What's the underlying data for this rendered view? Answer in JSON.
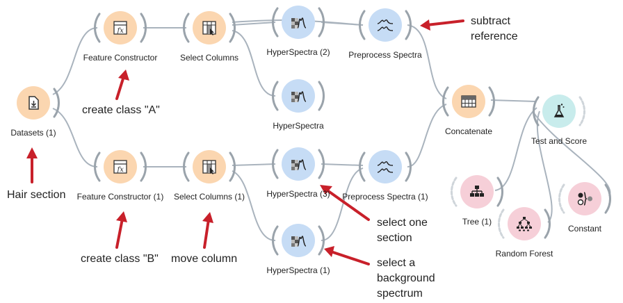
{
  "nodes": {
    "datasets": "Datasets (1)",
    "feature_constructor": "Feature Constructor",
    "feature_constructor_1": "Feature Constructor (1)",
    "select_columns": "Select Columns",
    "select_columns_1": "Select Columns (1)",
    "hyperspectra_2": "HyperSpectra (2)",
    "hyperspectra": "HyperSpectra",
    "hyperspectra_3": "HyperSpectra (3)",
    "hyperspectra_1": "HyperSpectra (1)",
    "preprocess_spectra": "Preprocess Spectra",
    "preprocess_spectra_1": "Preprocess Spectra (1)",
    "concatenate": "Concatenate",
    "test_and_score": "Test and Score",
    "tree_1": "Tree (1)",
    "random_forest": "Random Forest",
    "constant": "Constant"
  },
  "annotations": {
    "hair_section": "Hair section",
    "create_class_a": "create class \"A\"",
    "create_class_b": "create class \"B\"",
    "move_column": "move column",
    "subtract_reference": [
      "subtract",
      "reference"
    ],
    "select_one_section": [
      "select one",
      "section"
    ],
    "select_background": [
      "select a",
      "background",
      "spectrum"
    ]
  },
  "colors": {
    "link": "#a9b3bd",
    "arrow": "#c8202a",
    "orange_node": "#fbd6b0",
    "blue_node": "#c6dcf5",
    "teal_node": "#c8ecec",
    "pink_node": "#f6cfd8"
  }
}
